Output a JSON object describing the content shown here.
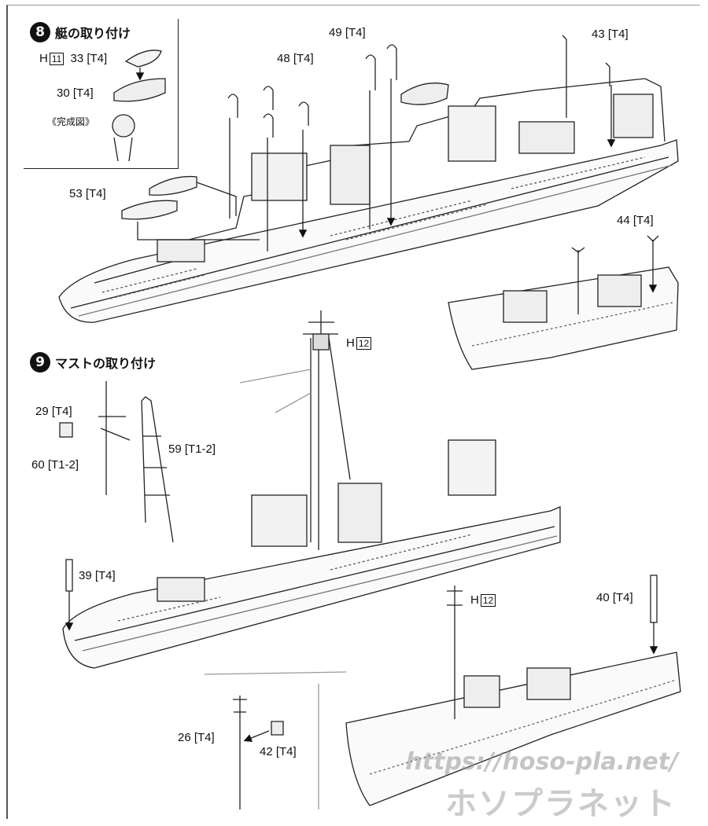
{
  "step8": {
    "number": "8",
    "title": "艇の取り付け",
    "inset": {
      "h_prefix": "H",
      "h_number": "11",
      "part33": "33 [T4]",
      "part30": "30 [T4]",
      "complete_note": "《完成図》"
    },
    "labels": {
      "p49": "49 [T4]",
      "p48": "48 [T4]",
      "p43": "43 [T4]",
      "p53": "53 [T4]",
      "p44": "44 [T4]"
    }
  },
  "step9": {
    "number": "9",
    "title": "マストの取り付け",
    "labels": {
      "h12_prefix": "H",
      "h12_number": "12",
      "p29": "29 [T4]",
      "p60": "60 [T1-2]",
      "p59": "59 [T1-2]",
      "p39": "39 [T4]",
      "p40": "40 [T4]",
      "p26": "26 [T4]",
      "p42": "42 [T4]",
      "h12b_prefix": "H",
      "h12b_number": "12"
    }
  },
  "watermark": {
    "url": "https://hoso-pla.net/",
    "brand": "ホソプラネット"
  }
}
